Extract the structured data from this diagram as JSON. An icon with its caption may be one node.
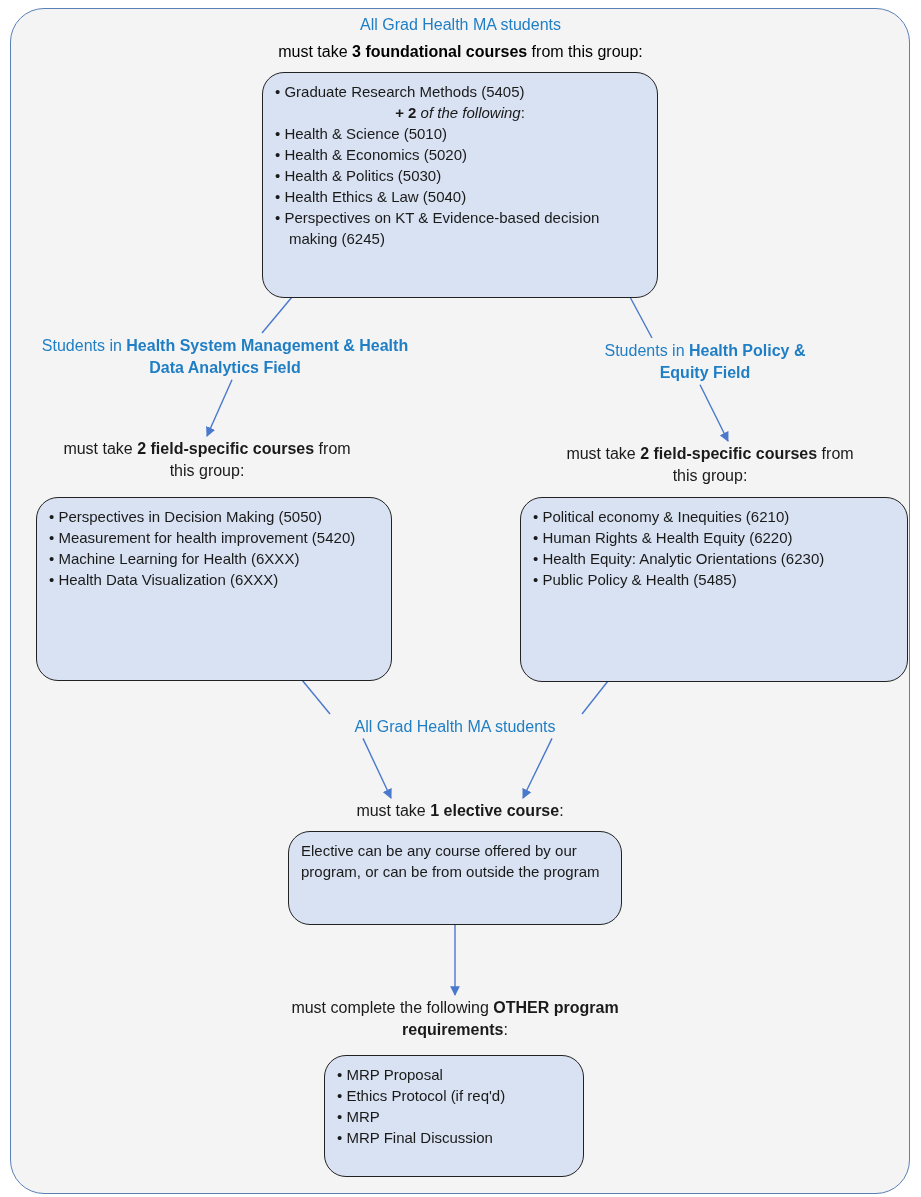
{
  "diagram": {
    "nodes": [
      {
        "text": [
          "• Graduate Research Methods (5405)",
          "**+ 2** *of the following*:",
          "• Health & Science (5010)",
          "• Health & Economics (5020)",
          "• Health & Politics (5030)",
          "• Health Ethics & Law (5040)",
          "• Perspectives on KT & Evidence-based decision making (6245)"
        ]
      },
      {
        "text": [
          "Students in **Health System Management & Health Data Analytics Field**"
        ]
      },
      {
        "text": [
          "Students in **Health Policy & Equity Field**"
        ]
      },
      {
        "text": [
          "must take **2 field-specific courses** from this group:"
        ]
      },
      {
        "text": [
          "must take **2 field-specific courses** from this group:"
        ]
      },
      {
        "text": [
          "• Perspectives in Decision Making (5050)",
          "• Measurement for health improvement (5420)",
          "• Machine Learning for Health (6XXX)",
          "• Health Data Visualization (6XXX)"
        ]
      },
      {
        "text": [
          "• Political economy & Inequities (6210)",
          "• Human Rights & Health Equity (6220)",
          "• Health Equity: Analytic Orientations (6230)",
          "• Public Policy & Health (5485)"
        ]
      },
      {
        "text": [
          "All Grad Health MA students"
        ]
      },
      {
        "text": [
          "must take **1 elective course**:"
        ]
      },
      {
        "text": [
          "Elective can be any course offered by our program, or can be from outside the program"
        ]
      },
      {
        "text": [
          "must complete the following **OTHER program requirements**:"
        ]
      },
      {
        "text": [
          "• MRP Proposal",
          "• Ethics Protocol (if req'd)",
          "• MRP",
          "• MRP Final Discussion"
        ]
      }
    ],
    "edges": [
      {
        "from": 0,
        "to": 1,
        "arrow": "none"
      },
      {
        "from": 0,
        "to": 2,
        "arrow": "none"
      },
      {
        "from": 1,
        "to": 3,
        "arrow": "to"
      },
      {
        "from": 2,
        "to": 4,
        "arrow": "to"
      },
      {
        "from": 5,
        "to": 7,
        "arrow": "none"
      },
      {
        "from": 6,
        "to": 7,
        "arrow": "none"
      },
      {
        "from": 7,
        "to": 8,
        "arrow": "to"
      },
      {
        "from": 7,
        "to": 8,
        "arrow": "to"
      },
      {
        "from": 9,
        "to": 10,
        "arrow": "to"
      }
    ],
    "labels": [
      "All Grad Health MA students",
      "must take **3 foundational courses** from this group:"
    ]
  }
}
